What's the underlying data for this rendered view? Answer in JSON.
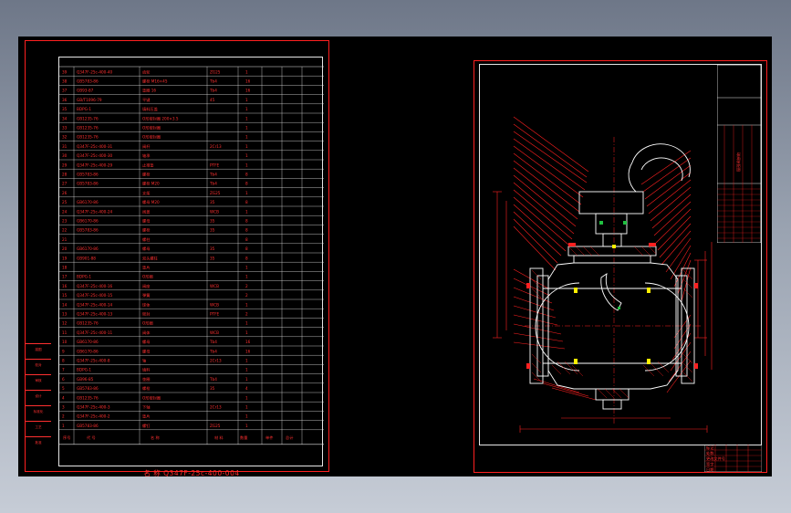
{
  "bom": {
    "title_line": "名 称 Q347F-25c-400-004",
    "rows": [
      {
        "no": "39",
        "code": "Q347F-25c-400-40",
        "name": "齿轮",
        "mat": "ZG25",
        "qty": "1"
      },
      {
        "no": "38",
        "code": "GB5783-86",
        "name": "螺栓 M16×45",
        "mat": "Tb4",
        "qty": "16"
      },
      {
        "no": "37",
        "code": "GB93-87",
        "name": "垫圈 16",
        "mat": "Tb4",
        "qty": "16"
      },
      {
        "no": "36",
        "code": "GB/T1096-79",
        "name": "平键",
        "mat": "45",
        "qty": "1"
      },
      {
        "no": "35",
        "code": "BDPG-1",
        "name": "填料压盖",
        "mat": "",
        "qty": "1"
      },
      {
        "no": "34",
        "code": "GB1235-76",
        "name": "O形密封圈 200×3.5",
        "mat": "",
        "qty": "1"
      },
      {
        "no": "33",
        "code": "GB1235-76",
        "name": "O形密封圈",
        "mat": "",
        "qty": "1"
      },
      {
        "no": "32",
        "code": "GB1235-76",
        "name": "O形密封圈",
        "mat": "",
        "qty": "1"
      },
      {
        "no": "31",
        "code": "Q347F-25c-400-31",
        "name": "阀杆",
        "mat": "2Cr13",
        "qty": "1"
      },
      {
        "no": "30",
        "code": "Q347F-25c-400-30",
        "name": "轴承",
        "mat": "",
        "qty": "1"
      },
      {
        "no": "29",
        "code": "Q347F-25c-400-29",
        "name": "止推垫",
        "mat": "PTFE",
        "qty": "1"
      },
      {
        "no": "28",
        "code": "GB5783-86",
        "name": "螺栓",
        "mat": "Tb4",
        "qty": "8"
      },
      {
        "no": "27",
        "code": "GB5783-86",
        "name": "螺栓 M20",
        "mat": "Tb4",
        "qty": "8"
      },
      {
        "no": "26",
        "code": "",
        "name": "支架",
        "mat": "ZG25",
        "qty": "1"
      },
      {
        "no": "25",
        "code": "GB6170-86",
        "name": "螺母 M20",
        "mat": "35",
        "qty": "8"
      },
      {
        "no": "24",
        "code": "Q347F-25c-400-24",
        "name": "阀盖",
        "mat": "WCB",
        "qty": "1"
      },
      {
        "no": "23",
        "code": "GB6170-86",
        "name": "螺母",
        "mat": "35",
        "qty": "8"
      },
      {
        "no": "22",
        "code": "GB5783-86",
        "name": "螺栓",
        "mat": "35",
        "qty": "8"
      },
      {
        "no": "21",
        "code": "",
        "name": "螺柱",
        "mat": "",
        "qty": "8"
      },
      {
        "no": "20",
        "code": "GB6170-86",
        "name": "螺母",
        "mat": "35",
        "qty": "8"
      },
      {
        "no": "19",
        "code": "GB901-88",
        "name": "双头螺柱",
        "mat": "35",
        "qty": "8"
      },
      {
        "no": "18",
        "code": "",
        "name": "垫片",
        "mat": "",
        "qty": "1"
      },
      {
        "no": "17",
        "code": "BDPG-1",
        "name": "O形圈",
        "mat": "",
        "qty": "1"
      },
      {
        "no": "16",
        "code": "Q347F-25c-400-16",
        "name": "阀座",
        "mat": "WCB",
        "qty": "2"
      },
      {
        "no": "15",
        "code": "Q347F-25c-400-15",
        "name": "弹簧",
        "mat": "",
        "qty": "2"
      },
      {
        "no": "14",
        "code": "Q347F-25c-400-14",
        "name": "球体",
        "mat": "WCB",
        "qty": "1"
      },
      {
        "no": "13",
        "code": "Q347F-25c-400-13",
        "name": "密封",
        "mat": "PTFE",
        "qty": "2"
      },
      {
        "no": "12",
        "code": "GB1235-76",
        "name": "O形圈",
        "mat": "",
        "qty": "1"
      },
      {
        "no": "11",
        "code": "Q347F-25c-400-11",
        "name": "阀体",
        "mat": "WCB",
        "qty": "1"
      },
      {
        "no": "10",
        "code": "GB6170-86",
        "name": "螺母",
        "mat": "Tb4",
        "qty": "16"
      },
      {
        "no": "9",
        "code": "GB6170-86",
        "name": "螺母",
        "mat": "Tb4",
        "qty": "16"
      },
      {
        "no": "8",
        "code": "Q347F-25c-400-8",
        "name": "轴",
        "mat": "2Cr13",
        "qty": "1"
      },
      {
        "no": "7",
        "code": "BDPG-1",
        "name": "填料",
        "mat": "",
        "qty": "1"
      },
      {
        "no": "6",
        "code": "GB96-85",
        "name": "垫圈",
        "mat": "Tb4",
        "qty": "1"
      },
      {
        "no": "5",
        "code": "GB5783-86",
        "name": "螺栓",
        "mat": "35",
        "qty": "4"
      },
      {
        "no": "4",
        "code": "GB1235-76",
        "name": "O形密封圈",
        "mat": "",
        "qty": "1"
      },
      {
        "no": "3",
        "code": "Q347F-25c-400-3",
        "name": "下轴",
        "mat": "2Cr13",
        "qty": "1"
      },
      {
        "no": "2",
        "code": "Q347F-25c-400-2",
        "name": "垫片",
        "mat": "",
        "qty": "1"
      },
      {
        "no": "1",
        "code": "GB5783-86",
        "name": "螺钉",
        "mat": "ZG25",
        "qty": "1"
      }
    ],
    "header": {
      "no": "序号",
      "code": "代 号",
      "name": "名 称",
      "mat": "材 料",
      "qty": "数量",
      "single": "单件",
      "total": "总计"
    }
  },
  "side_labels": [
    "描图",
    "校对",
    "审核",
    "设计",
    "标准化",
    "工艺",
    "批准"
  ],
  "title_block": {
    "company_cells": [
      "标记",
      "处数",
      "更改文件号",
      "签字",
      "日期"
    ],
    "drawing_title": "球阀装配图"
  },
  "colors": {
    "line": "#ff2020",
    "frame": "#e6e6e6",
    "accent": "#ffee00",
    "mech": "#ffffff"
  }
}
